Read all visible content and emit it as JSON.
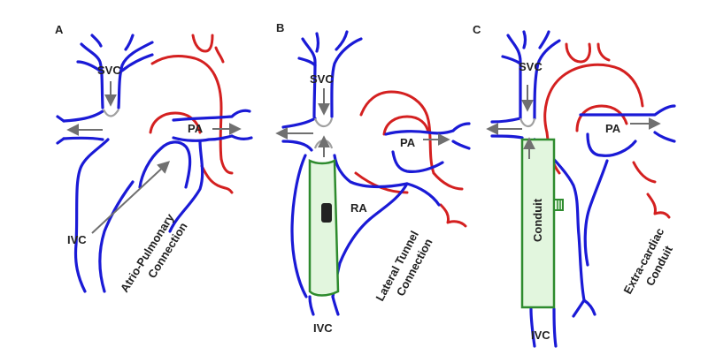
{
  "panels": {
    "a": {
      "letter": "A",
      "svc": "SVC",
      "pa": "PA",
      "ivc": "IVC",
      "caption_line1": "Atrio-Pulmonary",
      "caption_line2": "Connection"
    },
    "b": {
      "letter": "B",
      "svc": "SVC",
      "pa": "PA",
      "ra": "RA",
      "ivc": "IVC",
      "caption_line1": "Lateral Tunnel",
      "caption_line2": "Connection"
    },
    "c": {
      "letter": "C",
      "svc": "SVC",
      "pa": "PA",
      "conduit": "Conduit",
      "ivc": "IVC",
      "caption_line1": "Extra-cardiac",
      "caption_line2": "Conduit"
    }
  },
  "colors": {
    "venous": "#1a1ad6",
    "arterial": "#d42020",
    "conduit_fill": "#e2f6de",
    "conduit_stroke": "#2e8b2e",
    "flow_arrow": "#707070"
  }
}
